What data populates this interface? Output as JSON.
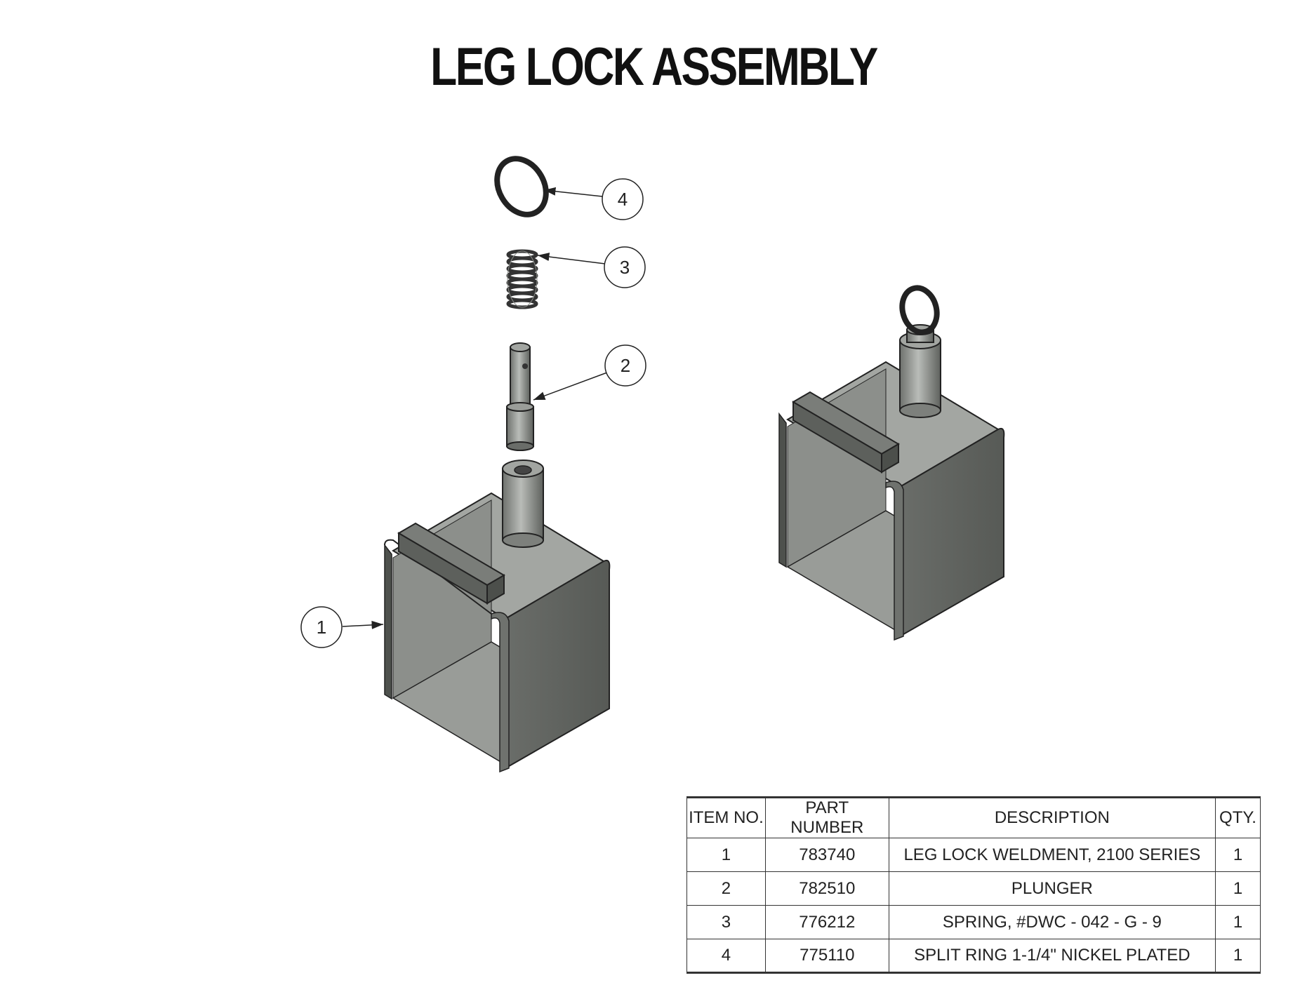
{
  "title": "LEG LOCK ASSEMBLY",
  "balloons": [
    "1",
    "2",
    "3",
    "4"
  ],
  "bom": {
    "headers": [
      "ITEM NO.",
      "PART NUMBER",
      "DESCRIPTION",
      "QTY."
    ],
    "rows": [
      [
        "1",
        "783740",
        "LEG LOCK WELDMENT, 2100 SERIES",
        "1"
      ],
      [
        "2",
        "782510",
        "PLUNGER",
        "1"
      ],
      [
        "3",
        "776212",
        "SPRING, #DWC - 042 - G - 9",
        "1"
      ],
      [
        "4",
        "775110",
        "SPLIT RING 1-1/4\" NICKEL PLATED",
        "1"
      ]
    ]
  },
  "colors": {
    "metal_light": "#a7aaa6",
    "metal_mid": "#7b7e7a",
    "metal_dark": "#555854",
    "line": "#222222"
  }
}
